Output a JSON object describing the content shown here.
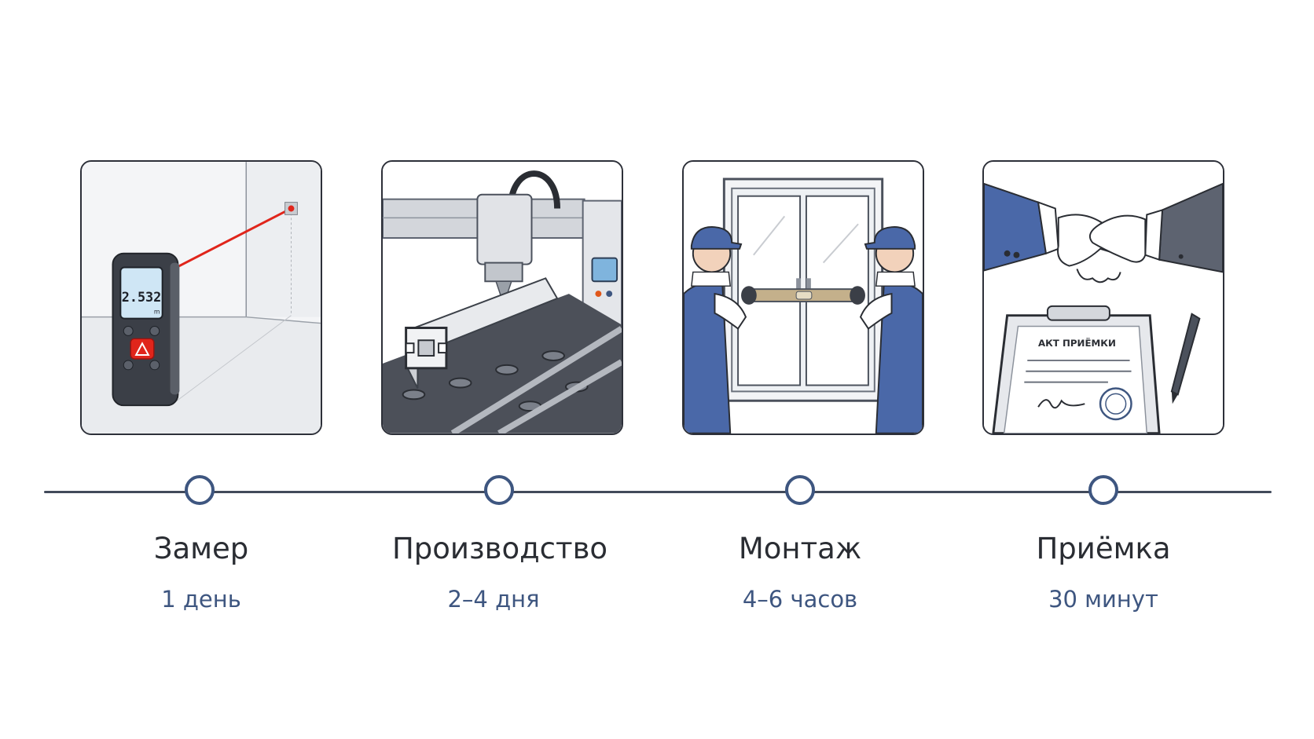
{
  "colors": {
    "accent": "#3e5680",
    "line": "#414a5a",
    "title_text": "#2a2d33",
    "card_border": "#2d3039",
    "laser": "#e0251b",
    "worker_blue": "#4a68a8"
  },
  "steps": [
    {
      "title": "Замер",
      "duration": "1 день",
      "illustration": "laser-measure-icon",
      "screen_reading": "2.532",
      "screen_unit": "m"
    },
    {
      "title": "Производство",
      "duration": "2–4 дня",
      "illustration": "cnc-machine-icon"
    },
    {
      "title": "Монтаж",
      "duration": "4–6 часов",
      "illustration": "window-installers-icon"
    },
    {
      "title": "Приёмка",
      "duration": "30 минут",
      "illustration": "handshake-document-icon",
      "document_title": "АКТ ПРИЁМКИ"
    }
  ]
}
